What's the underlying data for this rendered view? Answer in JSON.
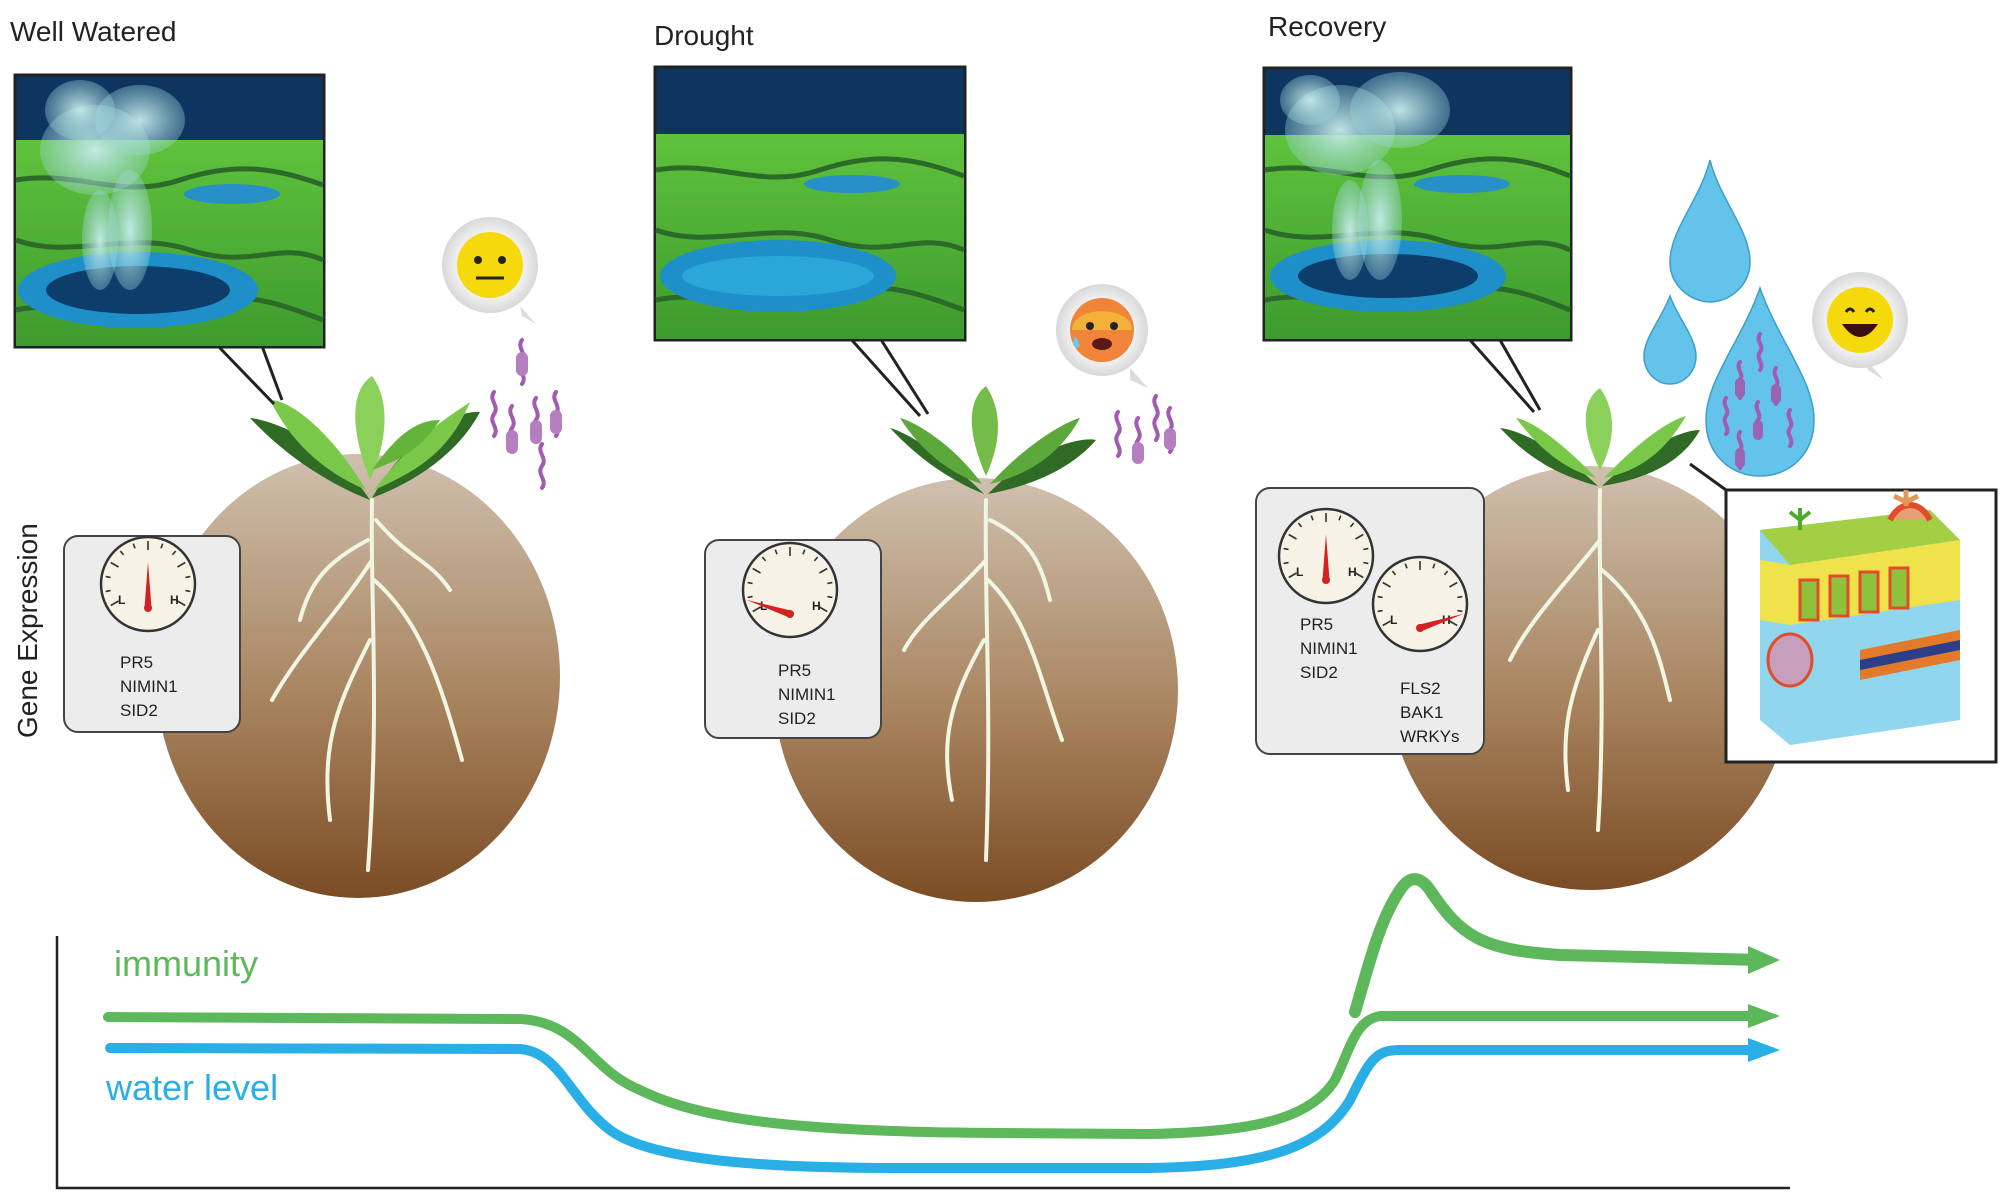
{
  "stages": [
    {
      "title": "Well Watered",
      "gauge_level": 0.5,
      "genes": [
        "PR5",
        "NIMIN1",
        "SID2"
      ],
      "mood": "neutral"
    },
    {
      "title": "Drought",
      "gauge_level": 0.2,
      "genes": [
        "PR5",
        "NIMIN1",
        "SID2"
      ],
      "mood": "distressed"
    },
    {
      "title": "Recovery",
      "gauge_level": 0.5,
      "genes": [
        "PR5",
        "NIMIN1",
        "SID2"
      ],
      "gauge2_level": 0.8,
      "genes2": [
        "FLS2",
        "BAK1",
        "WRKYs"
      ],
      "mood": "happy"
    }
  ],
  "gauge_labels": {
    "low": "L",
    "high": "H"
  },
  "yaxis_label": "Gene Expression",
  "legend": {
    "immunity": "immunity",
    "water": "water level"
  },
  "colors": {
    "immunity": "#5cb85a",
    "water": "#29aee6",
    "soil_top": "#cbbaa7",
    "soil_bottom": "#7e5028",
    "leaf": "#6fbe3a",
    "leaf_dark": "#2f6b25",
    "bacteria": "#a25bb0",
    "droplet": "#64c3ea",
    "emoji": "#f5d90a",
    "sky": "#0e3460",
    "leaf_surface": "#4ea63a",
    "pore": "#1b87c1"
  }
}
